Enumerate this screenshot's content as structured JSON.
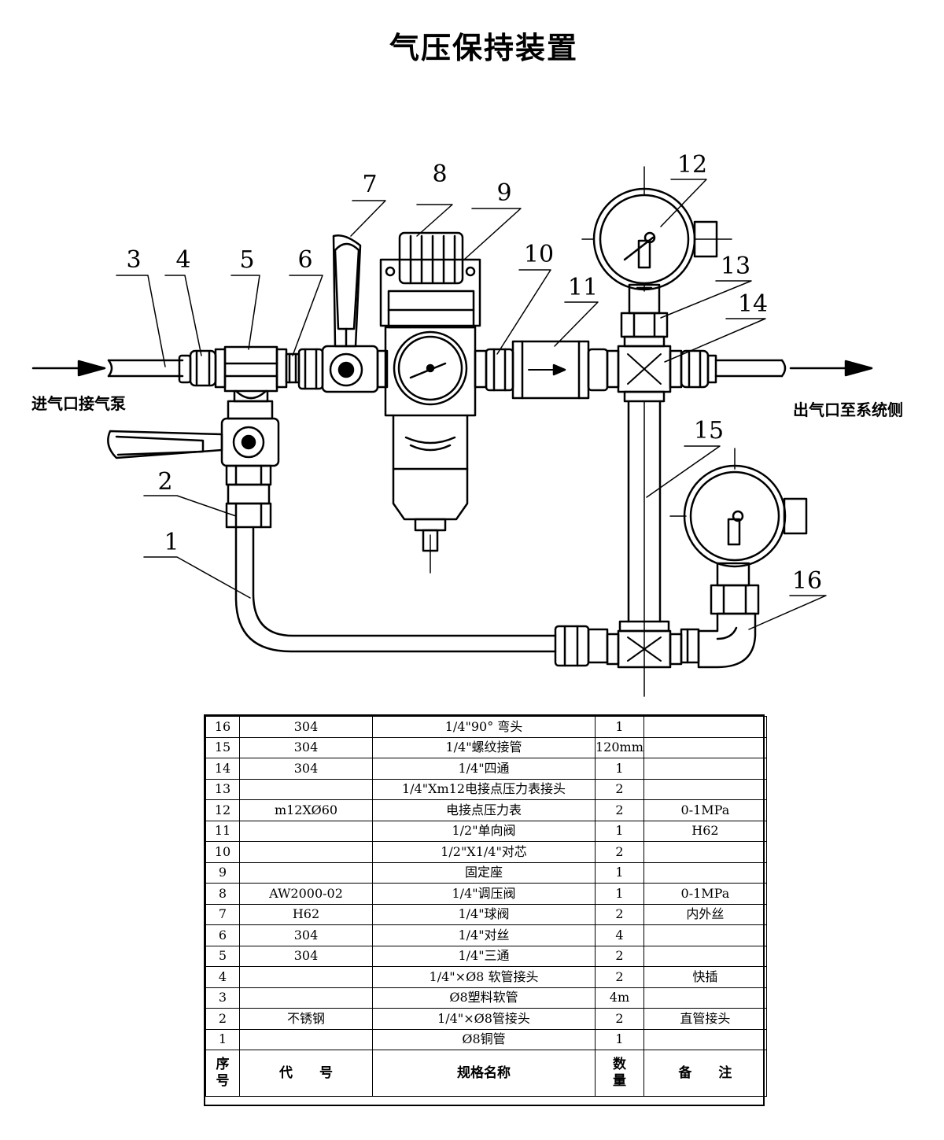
{
  "title": "气压保持装置",
  "inlet_label": "进气口接气泵",
  "outlet_label": "出气口至系统侧",
  "callouts": [
    "1",
    "2",
    "3",
    "4",
    "5",
    "6",
    "7",
    "8",
    "9",
    "10",
    "11",
    "12",
    "13",
    "14",
    "15",
    "16"
  ],
  "bom": {
    "header": {
      "no": "序\n号",
      "code": "代　　号",
      "spec": "规格名称",
      "qty": "数\n量",
      "note": "备　　注"
    },
    "rows": [
      {
        "no": "16",
        "code": "304",
        "spec": "1/4\"90° 弯头",
        "qty": "1",
        "note": ""
      },
      {
        "no": "15",
        "code": "304",
        "spec": "1/4\"螺纹接管",
        "qty": "120mm",
        "note": ""
      },
      {
        "no": "14",
        "code": "304",
        "spec": "1/4\"四通",
        "qty": "1",
        "note": ""
      },
      {
        "no": "13",
        "code": "",
        "spec": "1/4\"Xm12电接点压力表接头",
        "qty": "2",
        "note": ""
      },
      {
        "no": "12",
        "code": "m12XØ60",
        "spec": "电接点压力表",
        "qty": "2",
        "note": "0-1MPa"
      },
      {
        "no": "11",
        "code": "",
        "spec": "1/2\"单向阀",
        "qty": "1",
        "note": "H62"
      },
      {
        "no": "10",
        "code": "",
        "spec": "1/2\"X1/4\"对芯",
        "qty": "2",
        "note": ""
      },
      {
        "no": "9",
        "code": "",
        "spec": "固定座",
        "qty": "1",
        "note": ""
      },
      {
        "no": "8",
        "code": "AW2000-02",
        "spec": "1/4\"调压阀",
        "qty": "1",
        "note": "0-1MPa"
      },
      {
        "no": "7",
        "code": "H62",
        "spec": "1/4\"球阀",
        "qty": "2",
        "note": "内外丝"
      },
      {
        "no": "6",
        "code": "304",
        "spec": "1/4\"对丝",
        "qty": "4",
        "note": ""
      },
      {
        "no": "5",
        "code": "304",
        "spec": "1/4\"三通",
        "qty": "2",
        "note": ""
      },
      {
        "no": "4",
        "code": "",
        "spec": "1/4\"×Ø8 软管接头",
        "qty": "2",
        "note": "快插"
      },
      {
        "no": "3",
        "code": "",
        "spec": "Ø8塑料软管",
        "qty": "4m",
        "note": ""
      },
      {
        "no": "2",
        "code": "不锈钢",
        "spec": "1/4\"×Ø8管接头",
        "qty": "2",
        "note": "直管接头"
      },
      {
        "no": "1",
        "code": "",
        "spec": "Ø8铜管",
        "qty": "1",
        "note": ""
      }
    ]
  }
}
